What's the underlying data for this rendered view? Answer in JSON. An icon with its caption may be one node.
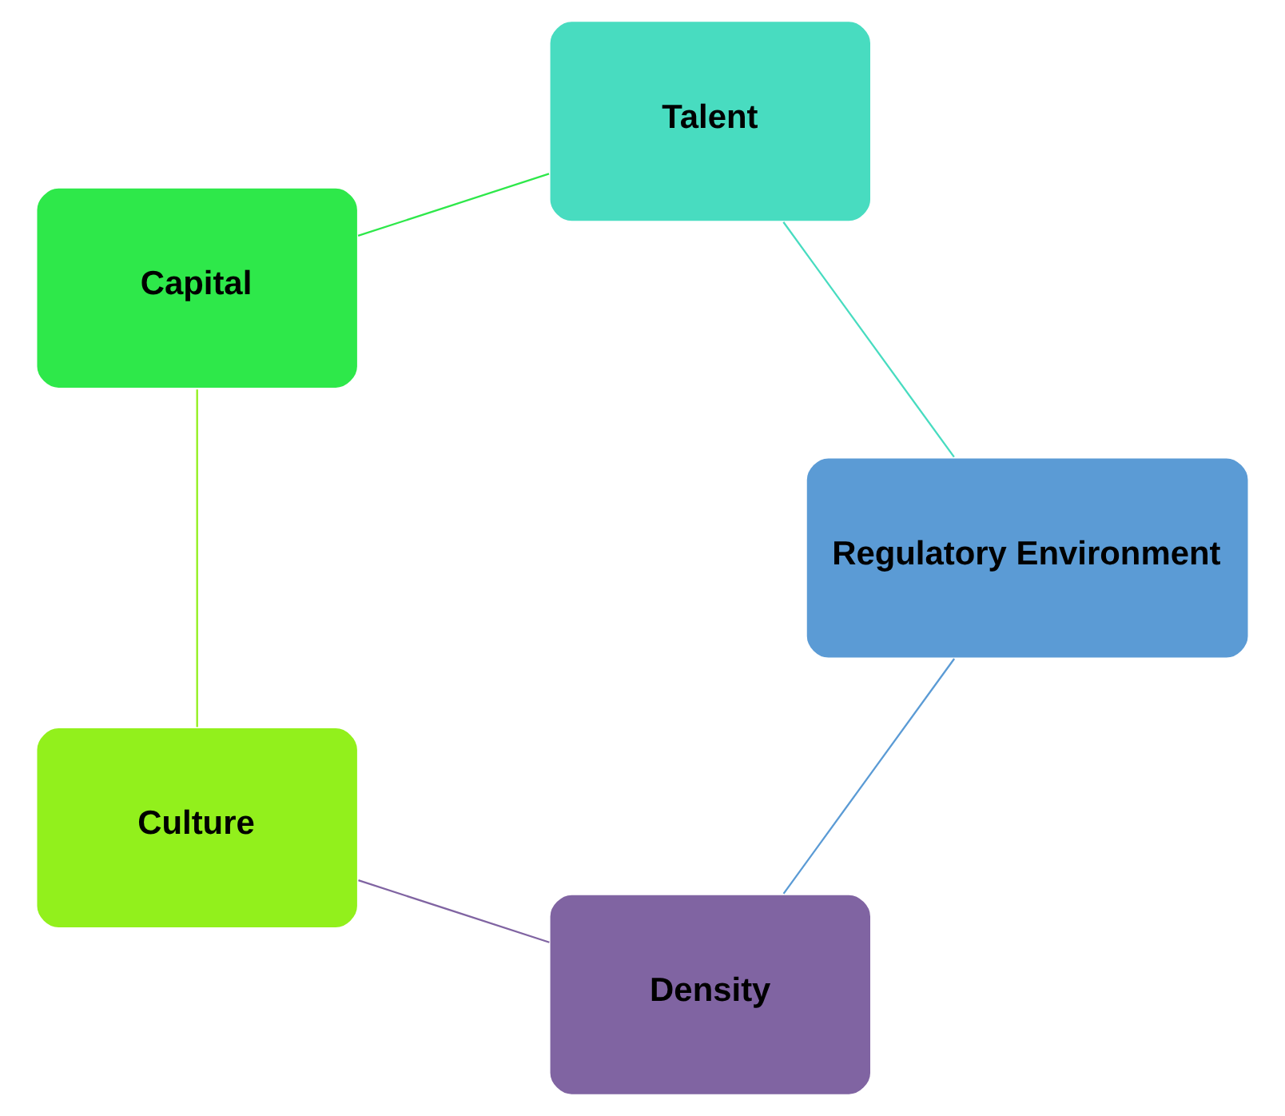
{
  "diagram": {
    "nodes": [
      {
        "text": [
          "Density"
        ]
      },
      {
        "text": [
          "Culture"
        ]
      },
      {
        "text": [
          "Capital"
        ]
      },
      {
        "text": [
          "Talent"
        ]
      },
      {
        "text": [
          "Regulatory Environment"
        ]
      }
    ],
    "edges": [
      {
        "from": 0,
        "to": 1,
        "arrow": "none",
        "color": "#8064a2"
      },
      {
        "from": 1,
        "to": 2,
        "arrow": "none",
        "color": "#92f01c"
      },
      {
        "from": 2,
        "to": 3,
        "arrow": "none",
        "color": "#2ee84a"
      },
      {
        "from": 3,
        "to": 4,
        "arrow": "none",
        "color": "#48dcc0"
      },
      {
        "from": 4,
        "to": 0,
        "arrow": "none",
        "color": "#5b9bd5"
      }
    ]
  }
}
